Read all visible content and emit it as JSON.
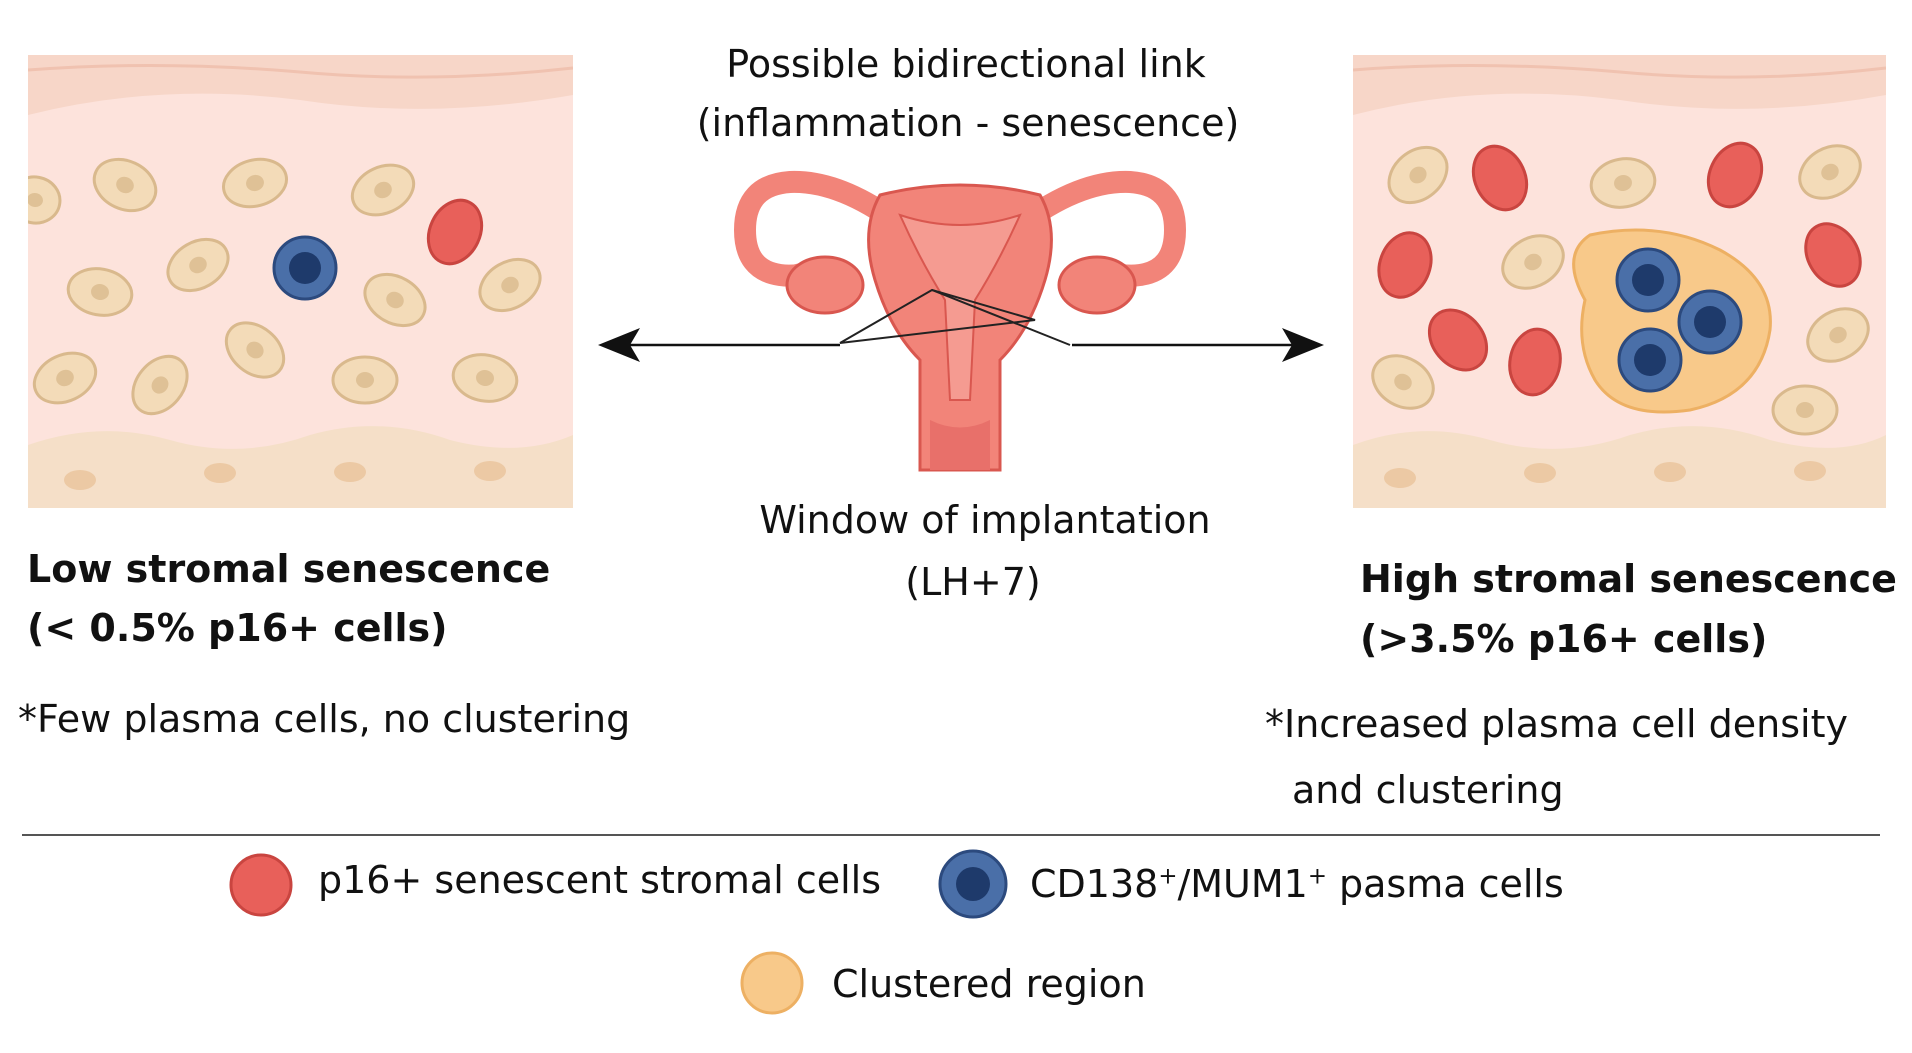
{
  "colors": {
    "tissue_bg": "#fde3dc",
    "stroma_band": "#f5dfc8",
    "stromal_cell": "#f3dbb8",
    "stromal_cell_stroke": "#d9b98d",
    "senescent_cell": "#e8605a",
    "senescent_stroke": "#c94540",
    "plasma_outer": "#4a6fa8",
    "plasma_inner": "#1e3a6b",
    "cluster_region": "#f8c98a",
    "uterus": "#f28479",
    "uterus_stroke": "#d9574f",
    "divider": "#555555"
  },
  "center": {
    "link_line1": "Possible bidirectional link",
    "link_line2": "(inflammation - senescence)",
    "window_line1": "Window of implantation",
    "window_line2": "(LH+7)"
  },
  "left_panel": {
    "title_line1": "Low stromal senescence",
    "title_line2": "(< 0.5% p16+ cells)",
    "note": "*Few plasma cells, no clustering"
  },
  "right_panel": {
    "title_line1": "High stromal senescence",
    "title_line2": "(>3.5% p16+ cells)",
    "note_line1": "*Increased plasma cell density",
    "note_line2": "and clustering"
  },
  "legend": {
    "senescent_label": "p16+ senescent stromal cells",
    "plasma_label_a": "CD138",
    "plasma_sup_a": "+",
    "plasma_label_b": "/MUM1",
    "plasma_sup_b": "+",
    "plasma_label_c": " pasma cells",
    "cluster_label": "Clustered region"
  }
}
